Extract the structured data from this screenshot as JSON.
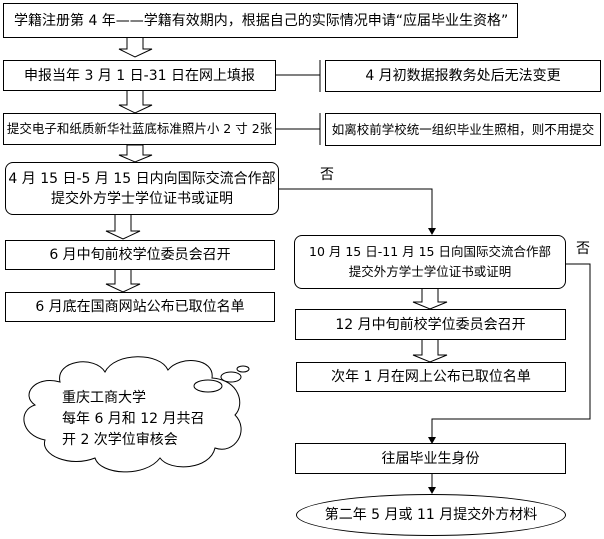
{
  "steps": {
    "step1": "学籍注册第 4 年——学籍有效期内，根据自己的实际情况申请“应届毕业生资格”",
    "step2": "申报当年 3 月 1 日-31 日在网上填报",
    "note2": "4 月初数据报教务处后无法变更",
    "step3": "提交电子和纸质新华社蓝底标准照片小 2 寸 2张",
    "note3": "如离校前学校统一组织毕业生照相，则不用提交",
    "step4_line1": "4 月 15 日-5 月 15 日内向国际交流合作部",
    "step4_line2": "提交外方学士学位证书或证明",
    "step5": "6 月中旬前校学位委员会召开",
    "step6": "6 月底在国商网站公布已取位名单",
    "alt1_line1": "10 月 15 日-11 月 15 日向国际交流合作部",
    "alt1_line2": "提交外方学士学位证书或证明",
    "alt2": "12 月中旬前校学位委员会召开",
    "alt3": "次年 1 月在网上公布已取位名单",
    "alt4": "往届毕业生身份",
    "alt5": "第二年 5 月或 11 月提交外方材料"
  },
  "branch_labels": {
    "no1": "否",
    "no2": "否"
  },
  "cloud": {
    "line1": "重庆工商大学",
    "line2": "每年 6 月和 12 月共召",
    "line3": "开 2 次学位审核会"
  }
}
